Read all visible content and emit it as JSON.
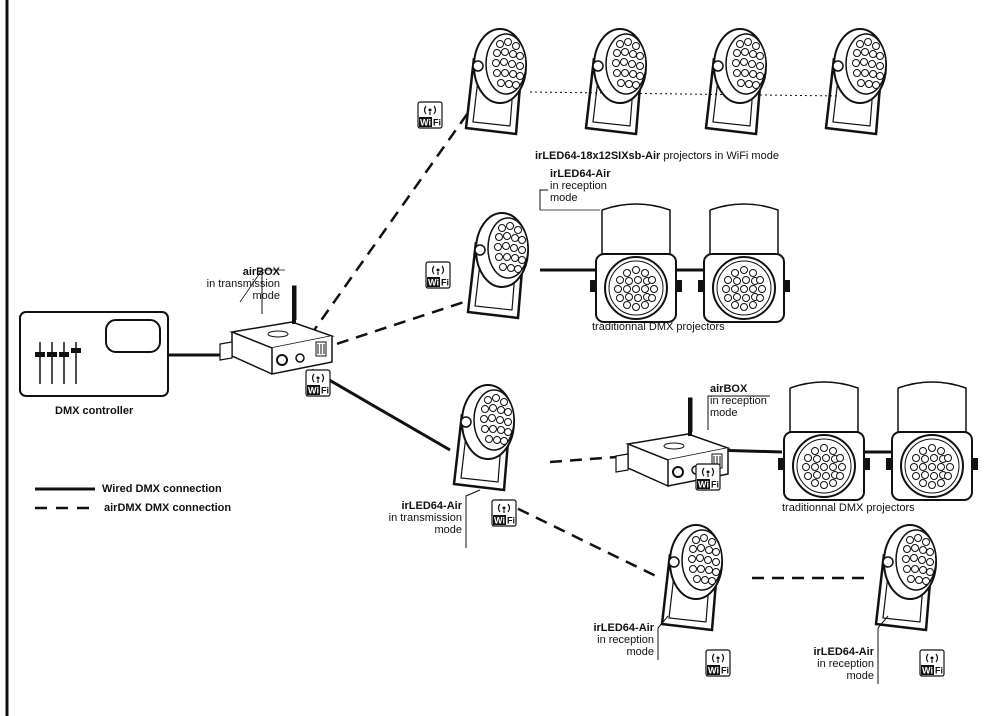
{
  "labels": {
    "top_group_name": "irLED64-18x12SIXsb-Air",
    "top_group_suffix": "projectors in WiFi mode",
    "mid_projector_name": "irLED64-Air",
    "mid_projector_line1": "in reception",
    "mid_projector_line2": "mode",
    "airbox_tx_name": "airBOX",
    "airbox_tx_line1": "in transmission",
    "airbox_tx_line2": "mode",
    "traditional_upper": "traditionnal DMX projectors",
    "controller": "DMX controller",
    "airbox_rx_name": "airBOX",
    "airbox_rx_line1": "in reception",
    "airbox_rx_line2": "mode",
    "traditional_lower": "traditionnal DMX projectors",
    "center_projector_name": "irLED64-Air",
    "center_projector_line1": "in transmission",
    "center_projector_line2": "mode",
    "bottom_left_name": "irLED64-Air",
    "bottom_left_line1": "in reception",
    "bottom_left_line2": "mode",
    "bottom_right_name": "irLED64-Air",
    "bottom_right_line1": "in reception",
    "bottom_right_line2": "mode"
  },
  "legend": {
    "wired": "Wired DMX connection",
    "air": "airDMX DMX connection"
  },
  "wifi_badge": {
    "top": "(•)",
    "wi": "Wi",
    "fi": "Fi"
  },
  "colors": {
    "ink": "#111111",
    "background": "#ffffff"
  },
  "icons": [
    "projector-icon",
    "traditional-projector-icon",
    "airbox-icon",
    "dmx-controller-icon",
    "wifi-badge-icon"
  ]
}
